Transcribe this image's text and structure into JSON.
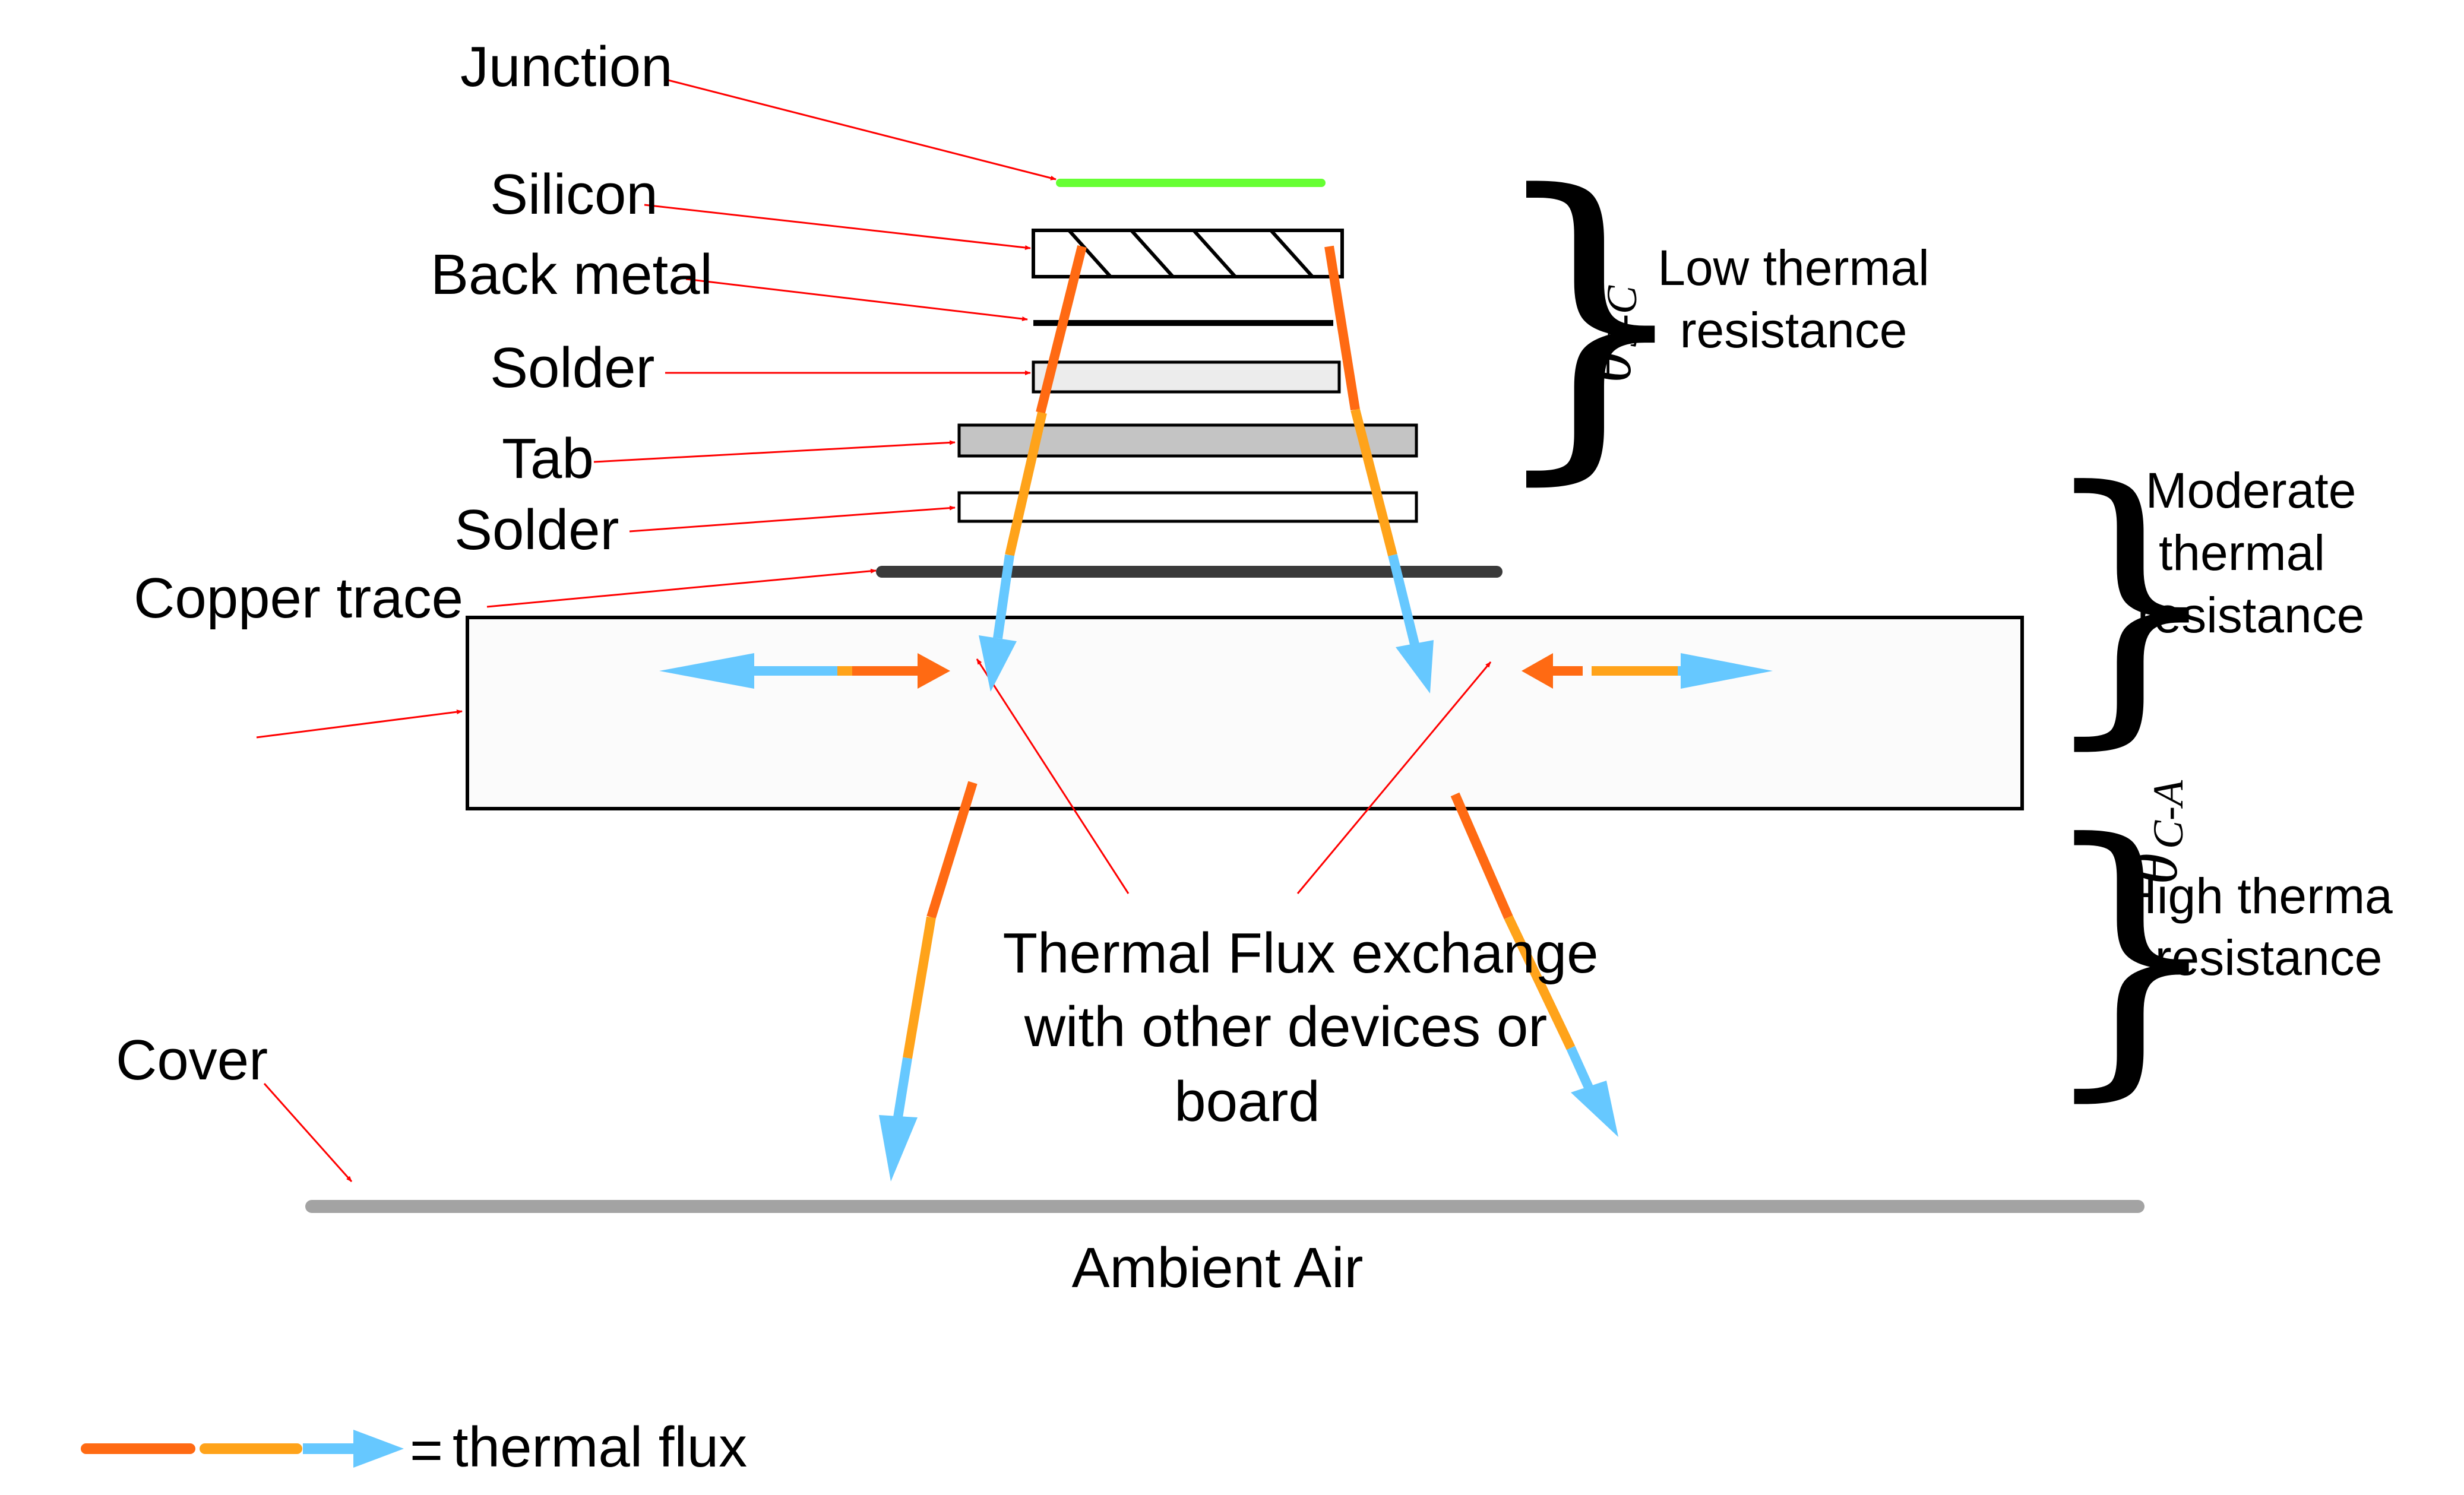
{
  "layers": {
    "junction": "Junction",
    "silicon": "Silicon",
    "back_metal": "Back metal",
    "solder_upper": "Solder",
    "tab": "Tab",
    "solder_lower": "Solder",
    "copper_trace": "Copper trace",
    "cover": "Cover"
  },
  "resistance": {
    "low": [
      "Low thermal",
      "resistance"
    ],
    "moderate": [
      "Moderate",
      "thermal",
      "resistance"
    ],
    "high": [
      "High therma",
      "resistance"
    ]
  },
  "symbols": {
    "theta": "θ",
    "jc": "J-C",
    "ca": "C-A"
  },
  "flux_exchange": [
    "Thermal Flux exchange",
    "with other devices or",
    "board"
  ],
  "ambient": "Ambient Air",
  "legend": {
    "equals": "=",
    "text": "thermal flux"
  },
  "colors": {
    "junction_line": "#66ff33",
    "flux_dark_orange": "#ff6a13",
    "flux_orange": "#ffa31a",
    "flux_blue": "#66c8ff",
    "pointer_red": "#ff0000"
  },
  "icons": {
    "pointer": "red-pointer-arrow-icon",
    "flux": "thermal-flux-arrow-icon",
    "brace": "curly-brace-icon"
  }
}
